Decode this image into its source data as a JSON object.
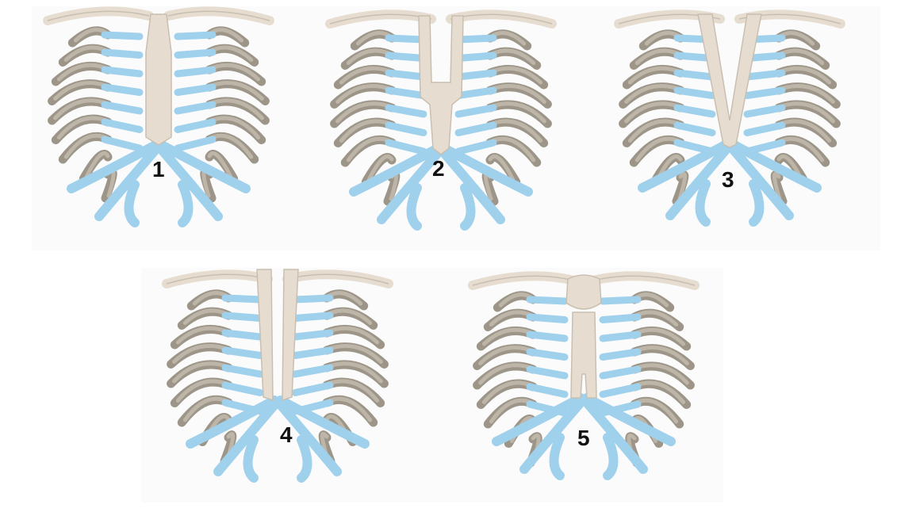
{
  "figures": [
    {
      "id": "1",
      "label": "1",
      "variant": "normal"
    },
    {
      "id": "2",
      "label": "2",
      "variant": "manubrium-wide"
    },
    {
      "id": "3",
      "label": "3",
      "variant": "v-cleft"
    },
    {
      "id": "4",
      "label": "4",
      "variant": "split"
    },
    {
      "id": "5",
      "label": "5",
      "variant": "lower-cleft"
    }
  ],
  "colors": {
    "bone": "#e6ddd0",
    "bone_outline": "#c9bfb0",
    "rib_shadow": "#9c9588",
    "cartilage": "#9fd0ec",
    "cartilage_dark": "#7fbce3",
    "label": "#111111"
  }
}
